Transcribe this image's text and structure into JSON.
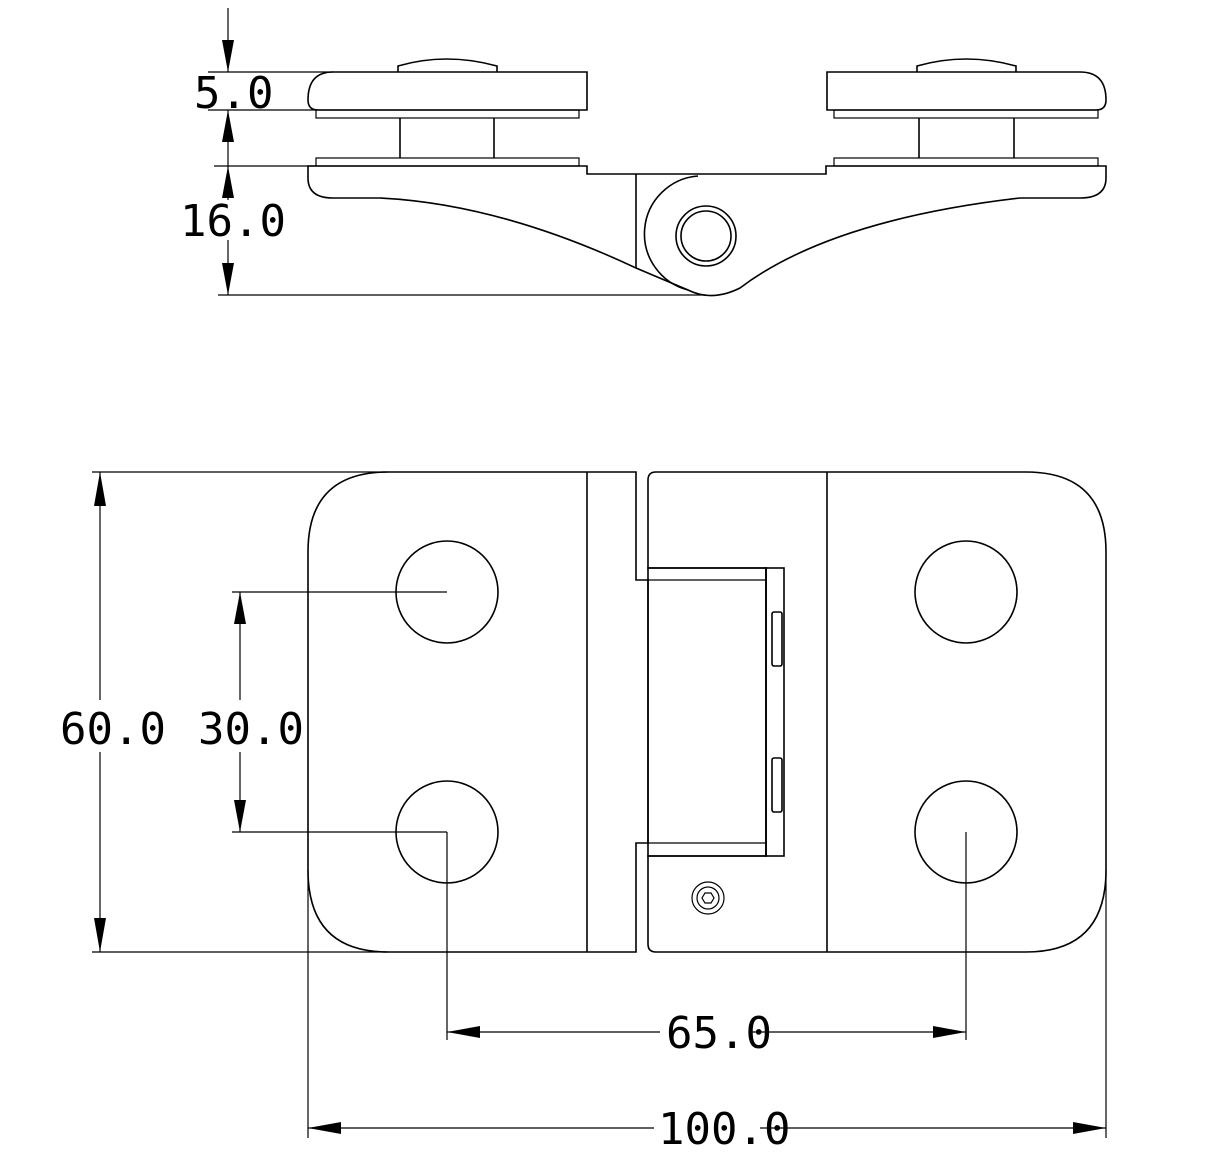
{
  "dimensions": {
    "plate_thickness": "5.0",
    "side_height": "16.0",
    "overall_height": "60.0",
    "hole_spacing_vertical": "30.0",
    "hole_spacing_horizontal": "65.0",
    "overall_width": "100.0"
  },
  "colors": {
    "line": "#000000",
    "background": "#ffffff"
  }
}
